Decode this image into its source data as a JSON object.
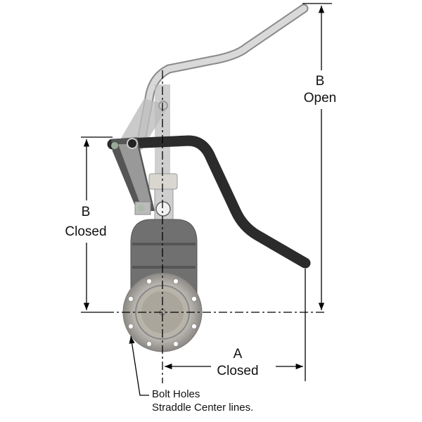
{
  "dimensions": {
    "b_closed": {
      "letter": "B",
      "state": "Closed"
    },
    "b_open": {
      "letter": "B",
      "state": "Open"
    },
    "a_closed": {
      "letter": "A",
      "state": "Closed"
    }
  },
  "note": {
    "line1": "Bolt Holes",
    "line2": "Straddle Center lines."
  }
}
